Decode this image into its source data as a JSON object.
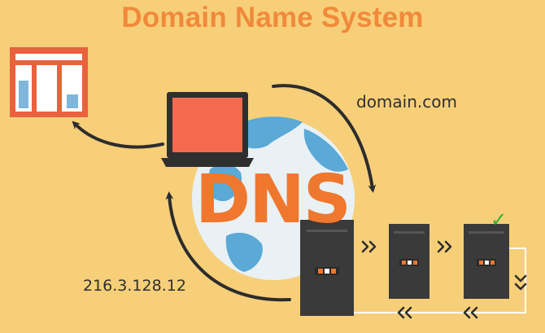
{
  "title": "Domain Name System",
  "labels": {
    "dns": "DNS",
    "domain": "domain.com",
    "ip_address": "216.3.128.12",
    "verified_mark": "✓"
  },
  "colors": {
    "background": "#f7cf79",
    "accent": "#f0772e",
    "screen": "#f46a4e",
    "server": "#3a3a3a",
    "check": "#2fae2f"
  },
  "icons": [
    "webpage-icon",
    "laptop-icon",
    "globe-icon",
    "server-icon",
    "check-icon"
  ]
}
